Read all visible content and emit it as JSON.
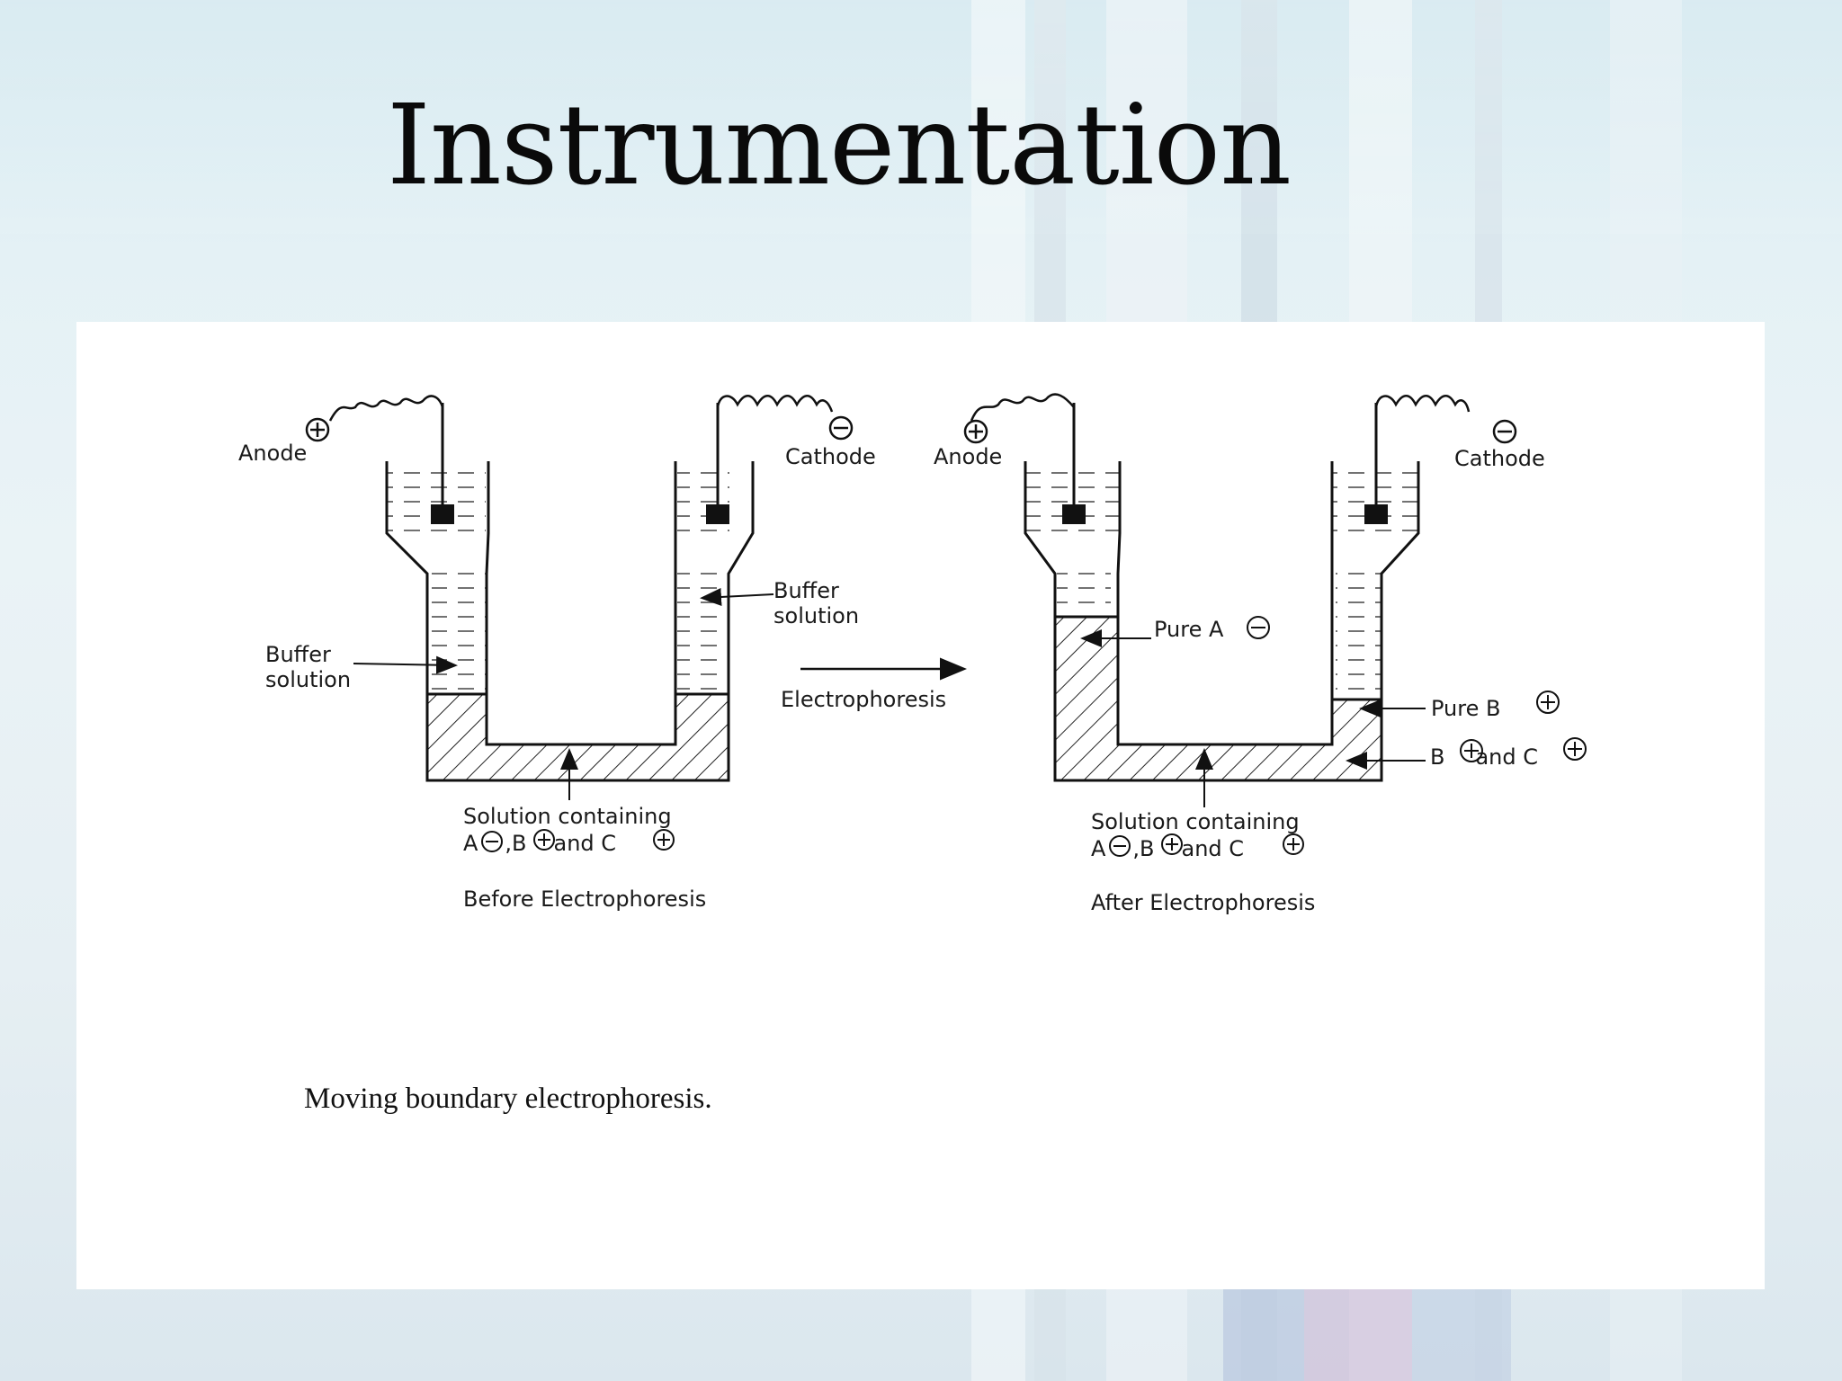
{
  "slide": {
    "title": "Instrumentation"
  },
  "figure": {
    "caption": "Moving boundary electrophoresis.",
    "process_label": "Electrophoresis",
    "before": {
      "anode_label": "Anode",
      "cathode_label": "Cathode",
      "buffer_left_line1": "Buffer",
      "buffer_left_line2": "solution",
      "buffer_right_line1": "Buffer",
      "buffer_right_line2": "solution",
      "solution_line1": "Solution containing",
      "solution_ions": [
        "A",
        ",B",
        "and C"
      ],
      "state_label": "Before Electrophoresis"
    },
    "after": {
      "anode_label": "Anode",
      "cathode_label": "Cathode",
      "pure_a_label": "Pure A",
      "pure_b_label": "Pure B",
      "b_and_c_label": [
        "B",
        "and C"
      ],
      "solution_line1": "Solution containing",
      "solution_ions": [
        "A",
        ",B",
        "and C"
      ],
      "state_label": "After Electrophoresis"
    },
    "signs": {
      "plus": "+",
      "minus": "−"
    }
  }
}
